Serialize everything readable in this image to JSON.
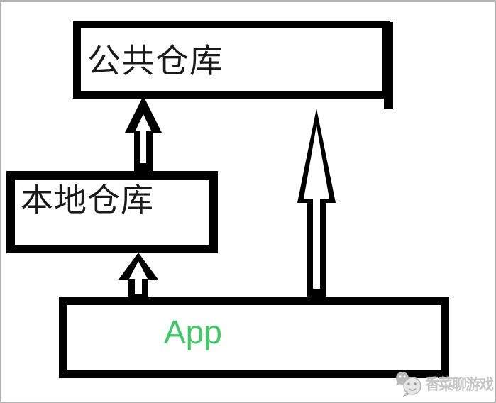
{
  "diagram": {
    "boxes": {
      "public_repo": {
        "label": "公共仓库"
      },
      "local_repo": {
        "label": "本地仓库"
      },
      "app": {
        "label": "App"
      }
    },
    "arrows": [
      {
        "from": "local_repo",
        "to": "public_repo",
        "style": "black-filled-with-white-inner-arrow"
      },
      {
        "from": "app",
        "to": "local_repo",
        "style": "black-filled-with-white-inner-arrow"
      },
      {
        "from": "app",
        "to": "public_repo",
        "style": "white-filled-black-outline"
      }
    ],
    "colors": {
      "app_text": "#3ecb63",
      "box_border": "#000000",
      "arrow_black": "#000000",
      "arrow_inner_white": "#ffffff",
      "frame": "#b2b2b2",
      "watermark_gray": "#c7c7c7",
      "background": "#ffffff"
    },
    "watermark": {
      "text": "香菜聊游戏",
      "icon": "double-smiley-chat-icon"
    }
  }
}
